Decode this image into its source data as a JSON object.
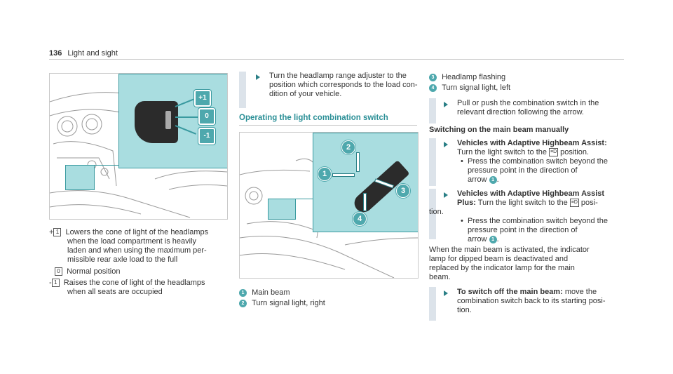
{
  "header": {
    "page_number": "136",
    "title": "Light and sight"
  },
  "figure1": {
    "badges": [
      "+1",
      "0",
      "-1"
    ]
  },
  "figure2": {
    "badges": [
      "1",
      "2",
      "3",
      "4"
    ]
  },
  "left_col": {
    "items": [
      {
        "key": "+",
        "sym": "1",
        "text_lines": [
          "Lowers the cone of light of the headlamps",
          "when the load compartment is heavily",
          "laden and when using the maximum per-",
          "missible rear axle load to the full"
        ]
      },
      {
        "key": "",
        "sym": "0",
        "text_lines": [
          "Normal position"
        ]
      },
      {
        "key": "-",
        "sym": "1",
        "text_lines": [
          "Raises the cone of light of the headlamps",
          "when all seats are occupied"
        ]
      }
    ]
  },
  "mid_col": {
    "instruction_lines": [
      "Turn the headlamp range adjuster to the",
      "position which corresponds to the load con-",
      "dition of your vehicle."
    ],
    "section_title": "Operating the light combination switch",
    "legend": [
      {
        "n": "1",
        "text": "Main beam"
      },
      {
        "n": "2",
        "text": "Turn signal light, right"
      }
    ]
  },
  "right_col": {
    "legend": [
      {
        "n": "3",
        "text": "Headlamp flashing"
      },
      {
        "n": "4",
        "text": "Turn signal light, left"
      }
    ],
    "step1_lines": [
      "Pull or push the combination switch in the",
      "relevant direction following the arrow."
    ],
    "subheading": "Switching on the main beam manually",
    "step2": {
      "bold": "Vehicles with Adaptive Highbeam Assist:",
      "line1_pre": "Turn the light switch to the",
      "line1_post": "position.",
      "bullet_lines": [
        "Press the combination switch beyond the",
        "pressure point in the direction of"
      ],
      "bullet_end": "arrow",
      "arrow_num": "1"
    },
    "step3": {
      "bold1": "Vehicles with Adaptive Highbeam Assist",
      "bold2": "Plus:",
      "line1_post": "Turn the light switch to the",
      "line1_end": "posi-",
      "line2": "tion.",
      "bullet_lines": [
        "Press the combination switch beyond the",
        "pressure point in the direction of"
      ],
      "bullet_end": "arrow",
      "arrow_num": "1"
    },
    "para_lines": [
      "When the main beam is activated, the indicator",
      "lamp for dipped beam is deactivated and",
      "replaced by the indicator lamp for the main",
      "beam."
    ],
    "step4": {
      "bold": "To switch off the main beam:",
      "line1_post": "move the",
      "lines": [
        "combination switch back to its starting posi-",
        "tion."
      ]
    }
  }
}
